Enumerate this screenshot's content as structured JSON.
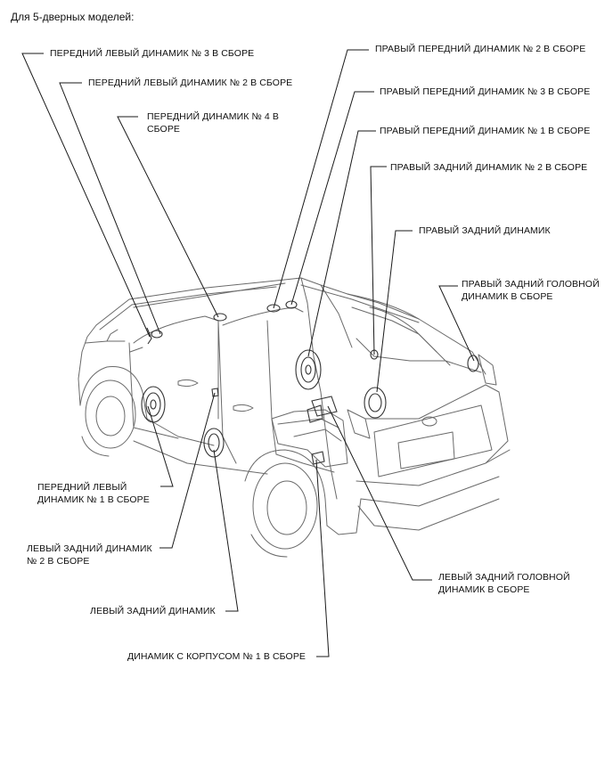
{
  "header": "Для 5-дверных моделей:",
  "labels": {
    "front_left_3": "ПЕРЕДНИЙ ЛЕВЫЙ ДИНАМИК № 3 В СБОРЕ",
    "front_left_2": "ПЕРЕДНИЙ ЛЕВЫЙ ДИНАМИК № 2 В СБОРЕ",
    "front_4": "ПЕРЕДНИЙ ДИНАМИК № 4 В\nСБОРЕ",
    "right_front_2": "ПРАВЫЙ ПЕРЕДНИЙ ДИНАМИК № 2 В СБОРЕ",
    "right_front_3": "ПРАВЫЙ ПЕРЕДНИЙ ДИНАМИК № 3 В СБОРЕ",
    "right_front_1": "ПРАВЫЙ ПЕРЕДНИЙ ДИНАМИК № 1 В СБОРЕ",
    "right_rear_2": "ПРАВЫЙ ЗАДНИЙ ДИНАМИК № 2 В СБОРЕ",
    "right_rear": "ПРАВЫЙ ЗАДНИЙ ДИНАМИК",
    "right_rear_head": "ПРАВЫЙ ЗАДНИЙ ГОЛОВНОЙ\nДИНАМИК В СБОРЕ",
    "front_left_1": "ПЕРЕДНИЙ ЛЕВЫЙ\nДИНАМИК № 1 В СБОРЕ",
    "left_rear_2": "ЛЕВЫЙ ЗАДНИЙ ДИНАМИК\n№ 2 В СБОРЕ",
    "left_rear": "ЛЕВЫЙ ЗАДНИЙ ДИНАМИК",
    "left_rear_head": "ЛЕВЫЙ ЗАДНИЙ ГОЛОВНОЙ\nДИНАМИК В СБОРЕ",
    "box_speaker_1": "ДИНАМИК С КОРПУСОМ № 1 В СБОРЕ"
  },
  "colors": {
    "line": "#1a1a1a",
    "outline": "#555555",
    "part": "#333333"
  }
}
